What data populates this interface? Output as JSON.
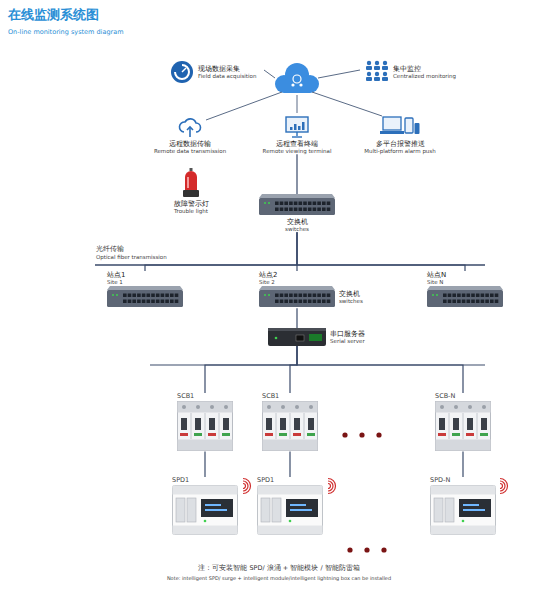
{
  "diagram": {
    "title": "在线监测系统图",
    "nodes": [
      {
        "text": [
          "现场数据采集",
          "Field data acquisition"
        ]
      },
      {
        "text": [
          "集中监控",
          "Centralized monitoring"
        ]
      },
      {
        "text": [
          "远程数据传输",
          "Remote data transmission"
        ]
      },
      {
        "text": [
          "远程查看终端",
          "Remote viewing terminal"
        ]
      },
      {
        "text": [
          "多平台报警推送",
          "Multi-platform alarm push"
        ]
      },
      {
        "text": [
          "故障警示灯",
          "Trouble light"
        ]
      },
      {
        "text": [
          "交换机",
          "switches"
        ]
      },
      {
        "text": [
          "站点1",
          "Site 1"
        ]
      },
      {
        "text": [
          "站点2",
          "Site 2",
          "交换机",
          "switches"
        ]
      },
      {
        "text": [
          "站点N",
          "Site N"
        ]
      },
      {
        "text": [
          "串口服务器",
          "Serial server"
        ]
      },
      {
        "text": [
          "SCB1"
        ]
      },
      {
        "text": [
          "SCB1"
        ]
      },
      {
        "text": [
          "SCB-N"
        ]
      },
      {
        "text": [
          "SPD1"
        ]
      },
      {
        "text": [
          "SPD1"
        ]
      },
      {
        "text": [
          "SPD-N"
        ]
      }
    ],
    "edges": [
      {
        "from": 3,
        "to": 6,
        "arrow": "none"
      },
      {
        "from": 6,
        "to": 7,
        "arrow": "none"
      },
      {
        "from": 6,
        "to": 8,
        "arrow": "none"
      },
      {
        "from": 6,
        "to": 9,
        "arrow": "none"
      },
      {
        "from": 8,
        "to": 10,
        "arrow": "none"
      },
      {
        "from": 10,
        "to": 11,
        "arrow": "none"
      },
      {
        "from": 10,
        "to": 12,
        "arrow": "none"
      },
      {
        "from": 10,
        "to": 13,
        "arrow": "none"
      },
      {
        "from": 11,
        "to": 14,
        "arrow": "none"
      },
      {
        "from": 12,
        "to": 15,
        "arrow": "none"
      },
      {
        "from": 13,
        "to": 16,
        "arrow": "none"
      }
    ],
    "labels": [
      "On-line monitoring system diagram",
      "光纤传输",
      "Optical fiber transmission",
      "注：可安装智能 SPD/ 浪涌 + 智能模块 / 智能防雷箱",
      "Note: intelligent SPD/ surge + intelligent module/intelligent lightning box can be installed"
    ]
  }
}
